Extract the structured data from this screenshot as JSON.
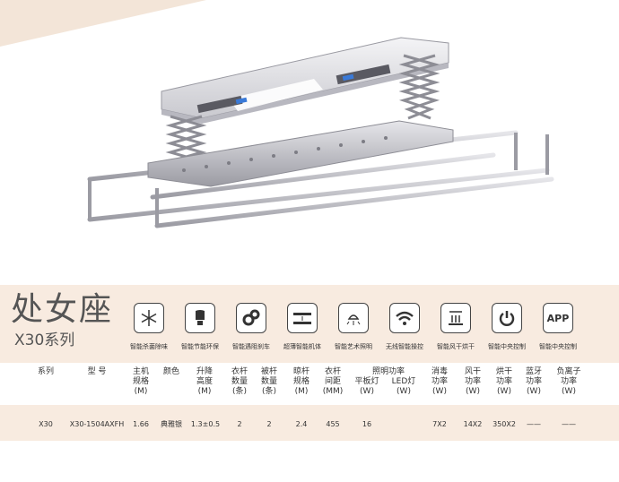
{
  "title": {
    "main": "处女座",
    "sub": "X30系列"
  },
  "features": [
    {
      "label": "智能杀菌除味",
      "icon": "snowflake-icon"
    },
    {
      "label": "智能节能环保",
      "icon": "energy-bulb-icon"
    },
    {
      "label": "智能遇阻刹车",
      "icon": "gears-icon"
    },
    {
      "label": "超薄智能机体",
      "icon": "thin-body-icon"
    },
    {
      "label": "智能艺术照明",
      "icon": "lamp-icon"
    },
    {
      "label": "无线智能操控",
      "icon": "wifi-icon"
    },
    {
      "label": "智能风干烘干",
      "icon": "drying-icon"
    },
    {
      "label": "智能中央控制",
      "icon": "power-icon"
    },
    {
      "label": "智能中央控制",
      "icon": "app-icon",
      "icon_text": "APP"
    }
  ],
  "table": {
    "headers": {
      "series": [
        "系列"
      ],
      "model": [
        "型 号"
      ],
      "host_spec": [
        "主机",
        "规格",
        "(M)"
      ],
      "color": [
        "颜色"
      ],
      "lift_height": [
        "升降",
        "高度",
        "(M)"
      ],
      "rod_count": [
        "衣杆",
        "数量",
        "(条)"
      ],
      "quilt_count": [
        "被杆",
        "数量",
        "(条)"
      ],
      "hidden_rod": [
        "晾杆",
        "规格",
        "(M)"
      ],
      "rod_spacing": [
        "衣杆",
        "间距",
        "(MM)"
      ],
      "lighting_power": "照明功率",
      "flat_lamp": [
        "平板灯",
        "(W)"
      ],
      "led_lamp": [
        "LED灯",
        "(W)"
      ],
      "disinfect": [
        "消毒",
        "功率",
        "(W)"
      ],
      "air_dry": [
        "风干",
        "功率",
        "(W)"
      ],
      "heat_dry": [
        "烘干",
        "功率",
        "(W)"
      ],
      "bluetooth": [
        "蓝牙",
        "功率",
        "(W)"
      ],
      "anion": [
        "负离子",
        "功率",
        "(W)"
      ]
    },
    "row": {
      "series": "X30",
      "model": "X30-1504AXFH",
      "host_spec": "1.66",
      "color": "典雅银",
      "lift_height": "1.3±0.5",
      "rod_count": "2",
      "quilt_count": "2",
      "hidden_rod": "2.4",
      "rod_spacing": "455",
      "flat_lamp": "16",
      "led_lamp": "",
      "disinfect": "7X2",
      "air_dry": "14X2",
      "heat_dry": "350X2",
      "bluetooth": "——",
      "anion": "——"
    }
  },
  "colors": {
    "band": "#f8ebe0",
    "corner": "#f3e5d8",
    "text": "#333333"
  }
}
